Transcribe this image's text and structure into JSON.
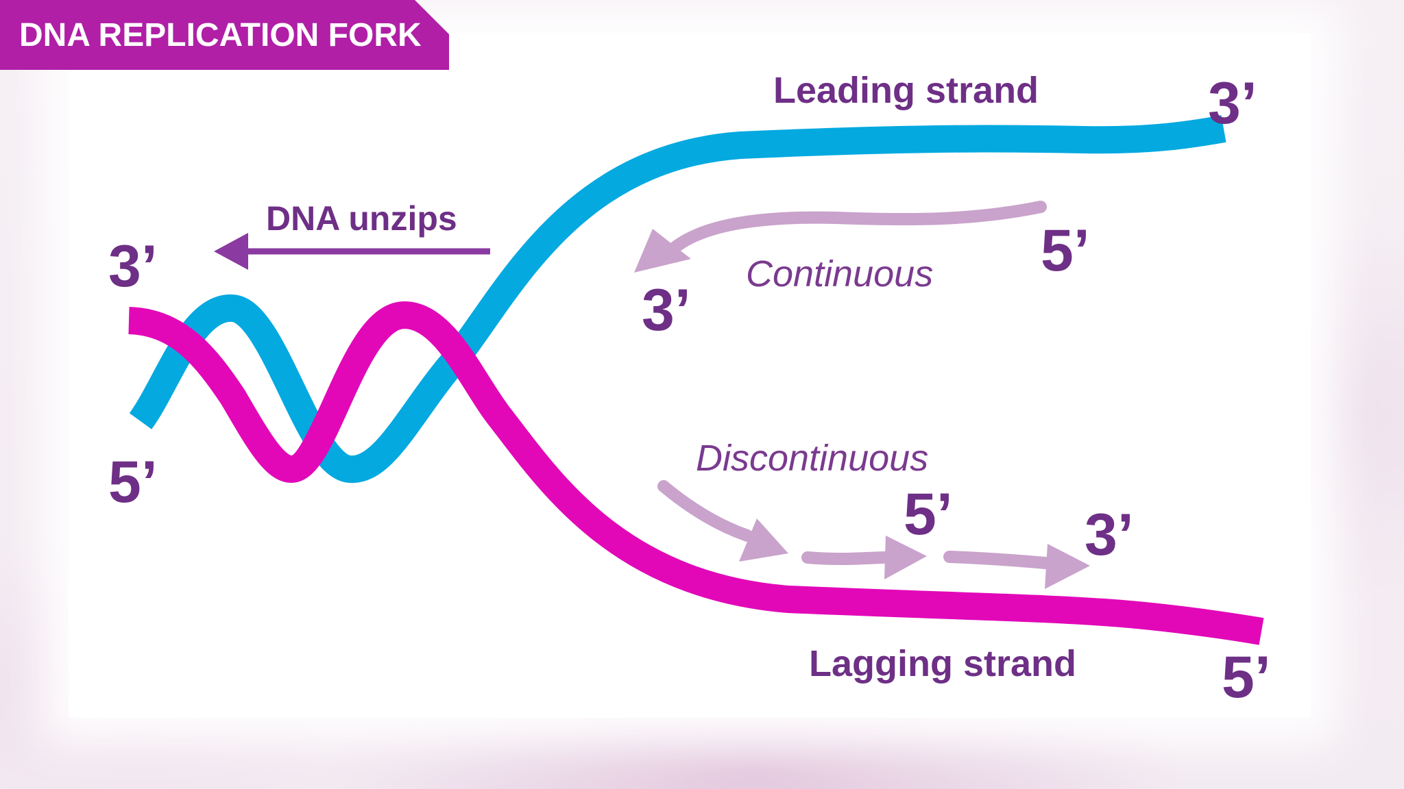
{
  "slide": {
    "title": "DNA REPLICATION FORK"
  },
  "diagram": {
    "leading_strand": "Leading strand",
    "lagging_strand": "Lagging strand",
    "dna_unzips": "DNA unzips",
    "continuous": "Continuous",
    "discontinuous": "Discontinuous",
    "ends": {
      "helix_top_left": "3’",
      "helix_bottom_left": "5’",
      "leading_right": "3’",
      "lagging_right": "5’",
      "continuous_start": "5’",
      "continuous_end": "3’",
      "fragment_mid": "5’",
      "fragment_end": "3’"
    },
    "colors": {
      "leading_strand": "#04a9e0",
      "lagging_strand": "#e208b8",
      "new_strand_arrows": "#c9a3cc",
      "unzip_arrow": "#8a3aa0",
      "labels": "#6e2f86",
      "title_bar": "#b01fa6"
    }
  }
}
